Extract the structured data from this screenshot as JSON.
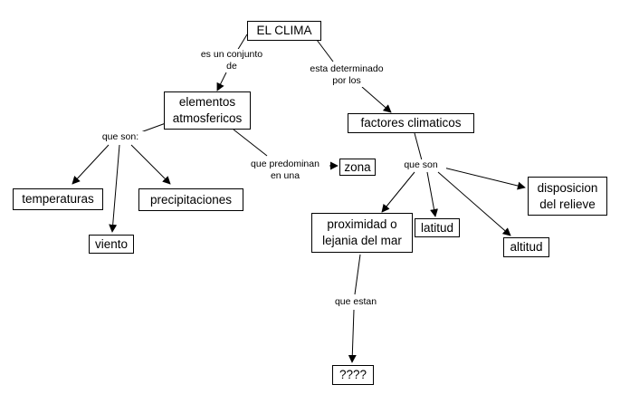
{
  "concept_map": {
    "nodes": {
      "clima": "EL CLIMA",
      "elementos": "elementos\natmosfericos",
      "factores": "factores climaticos",
      "zona": "zona",
      "temperaturas": "temperaturas",
      "viento": "viento",
      "precipitaciones": "precipitaciones",
      "proximidad": "proximidad o\nlejania del mar",
      "latitud": "latitud",
      "altitud": "altitud",
      "disposicion": "disposicion\ndel relieve",
      "incognita": "????"
    },
    "link_labels": {
      "conjunto": "es un conjunto\nde",
      "determinado": "esta determinado\npor los",
      "que_son_1": "que son:",
      "predominan": "que predominan\nen una",
      "que_son_2": "que son",
      "que_estan": "que estan"
    }
  },
  "colors": {
    "line": "#000000",
    "box_border": "#000000",
    "background": "#ffffff"
  }
}
